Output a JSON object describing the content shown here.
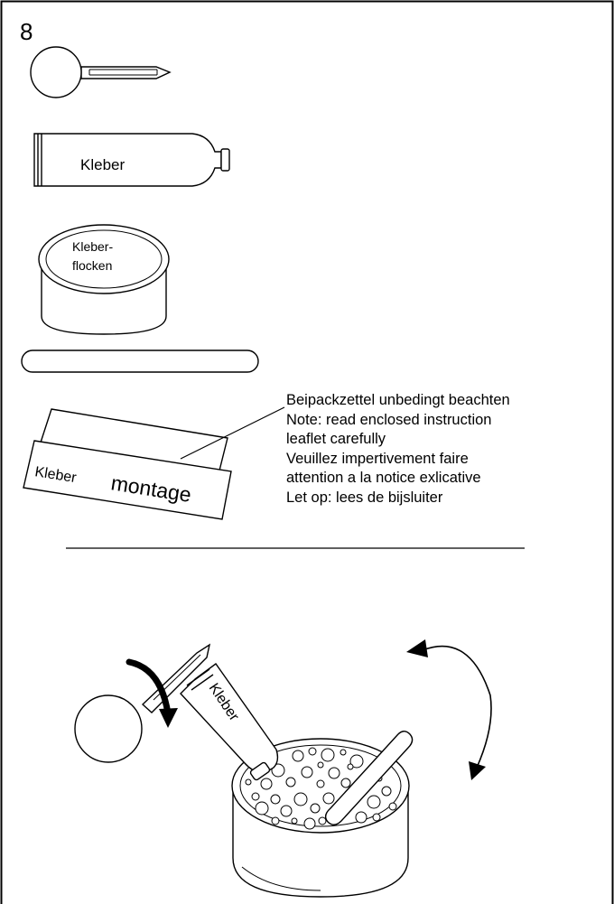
{
  "step_number": "8",
  "tube_label": "Kleber",
  "pot_label_line1": "Kleber-",
  "pot_label_line2": "flocken",
  "leaflet": {
    "word1": "Kleber",
    "word2": "montage"
  },
  "notes": [
    "Beipackzettel unbedingt beachten",
    "Note: read enclosed instruction",
    "leaflet carefully",
    "Veuillez impertivement faire",
    "attention a la notice exlicative",
    "Let op: lees de bijsluiter"
  ],
  "scene_tube_label": "Kleber"
}
